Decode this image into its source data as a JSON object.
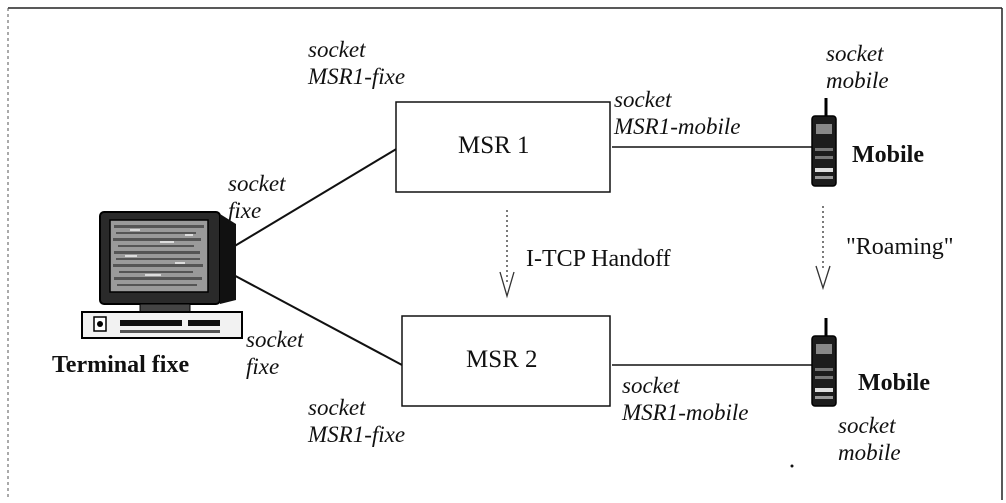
{
  "nodes": {
    "msr1": {
      "label": "MSR 1"
    },
    "msr2": {
      "label": "MSR 2"
    },
    "terminal": {
      "label": "Terminal fixe"
    },
    "mobile_top": {
      "label": "Mobile"
    },
    "mobile_bottom": {
      "label": "Mobile"
    }
  },
  "labels": {
    "socket_msr1_fixe_top": [
      "socket",
      "MSR1-fixe"
    ],
    "socket_msr1_mobile_top": [
      "socket",
      "MSR1-mobile"
    ],
    "socket_mobile_top": [
      "socket",
      "mobile"
    ],
    "socket_fixe_upper": [
      "socket",
      "fixe"
    ],
    "socket_fixe_lower": [
      "socket",
      "fixe"
    ],
    "socket_msr1_fixe_bottom": [
      "socket",
      "MSR1-fixe"
    ],
    "socket_msr1_mobile_bottom": [
      "socket",
      "MSR1-mobile"
    ],
    "socket_mobile_bottom": [
      "socket",
      "mobile"
    ]
  },
  "transitions": {
    "handoff": "I-TCP Handoff",
    "roaming": "\"Roaming\""
  },
  "icons": {
    "terminal": "desktop-computer-icon",
    "mobile": "mobile-phone-icon"
  }
}
